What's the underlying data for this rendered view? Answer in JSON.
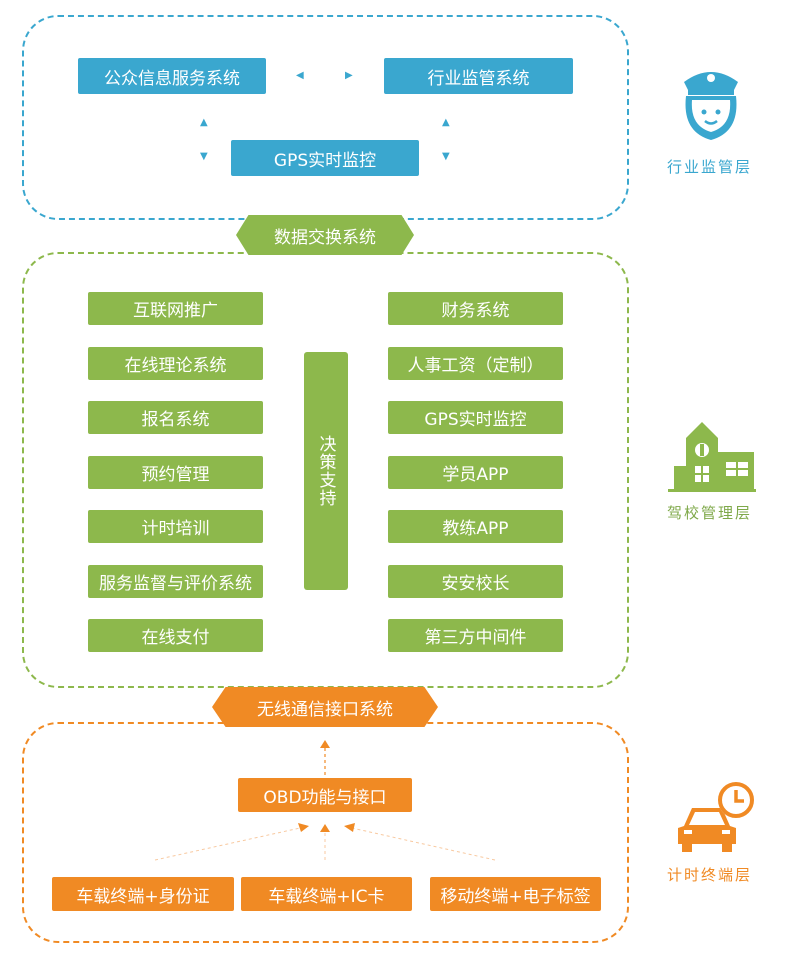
{
  "colors": {
    "blue": "#3aa7cf",
    "green": "#8db84c",
    "orange": "#f08a24",
    "blue_text": "#3aa7cf",
    "green_text": "#7fa94a",
    "orange_text": "#f08a24"
  },
  "top": {
    "public_info": "公众信息服务系统",
    "industry_supervision": "行业监管系统",
    "gps_monitor": "GPS实时监控",
    "label": "行业监管层"
  },
  "exchange_banner": "数据交换系统",
  "middle": {
    "left": [
      "互联网推广",
      "在线理论系统",
      "报名系统",
      "预约管理",
      "计时培训",
      "服务监督与评价系统",
      "在线支付"
    ],
    "right": [
      "财务系统",
      "人事工资（定制）",
      "GPS实时监控",
      "学员APP",
      "教练APP",
      "安安校长",
      "第三方中间件"
    ],
    "decision": "决策支持",
    "label": "驾校管理层"
  },
  "wireless_banner": "无线通信接口系统",
  "bottom": {
    "obd": "OBD功能与接口",
    "terminals": [
      "车载终端+身份证",
      "车载终端+IC卡",
      "移动终端+电子标签"
    ],
    "label": "计时终端层"
  },
  "icons": [
    "police-icon",
    "school-building-icon",
    "car-clock-icon"
  ]
}
